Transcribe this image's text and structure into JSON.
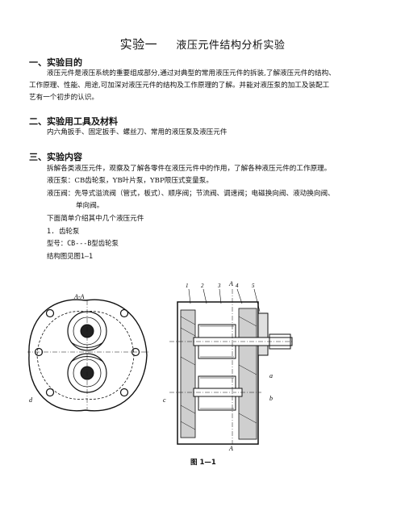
{
  "title": {
    "main": "实验一",
    "sub": "液压元件结构分析实验"
  },
  "sections": {
    "s1": {
      "heading": "一、实验目的",
      "line1": "液压元件是液压系统的重要组成部分,通过对典型的常用液压元件的拆装,了解液压元件的结构、",
      "line2": "工作原理、性能、用途,可加深对液压元件的结构及工作原理的了解。并能对液压泵的加工及装配工",
      "line3": "艺有一个初步的认识。"
    },
    "s2": {
      "heading": "二、实验用工具及材料",
      "line1": "内六角扳手、固定扳手、螺丝刀、常用的液压泵及液压元件"
    },
    "s3": {
      "heading": "三、实验内容",
      "line1": "拆解各类液压元件，观察及了解各零件在液压元件中的作用，了解各种液压元件的工作原理。",
      "line2": "液压泵：CB齿轮泵，YB叶片泵，YBP限压式变量泵。",
      "line3": "液压阀：先导式溢流阀（管式，板式）、顺序阀；节流阀、调速阀；电磁换向阀、液动换向阀、",
      "line4": "单向阀。",
      "line5": "下面简单介绍其中几个液压元件",
      "line6": "1. 齿轮泵",
      "line7": "型号：CB---B型齿轮泵",
      "line8": "结构图见图1—1"
    }
  },
  "figure": {
    "caption": "图 1—1",
    "section_label": "A-A",
    "cut_label_top": "A",
    "cut_label_bottom": "A",
    "part_numbers": [
      "1",
      "2",
      "3",
      "4",
      "5"
    ],
    "letters": {
      "a": "a",
      "b": "b",
      "c": "c",
      "d": "d"
    }
  }
}
